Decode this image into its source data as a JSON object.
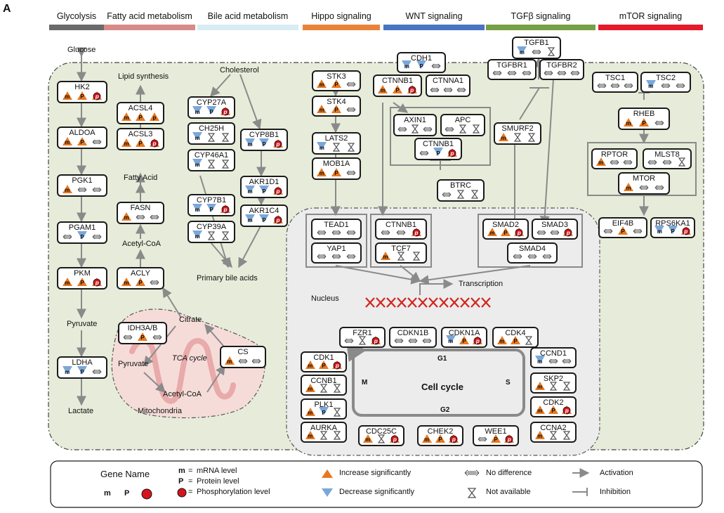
{
  "panel_label": "A",
  "categories": [
    {
      "id": "glycolysis",
      "name": "Glycolysis",
      "color": "#6a6a6a"
    },
    {
      "id": "fatty",
      "name": "Fatty acid metabolism",
      "color": "#d88a8a"
    },
    {
      "id": "bile",
      "name": "Bile acid metabolism",
      "color": "#d8ecf4"
    },
    {
      "id": "hippo",
      "name": "Hippo signaling",
      "color": "#e8843a"
    },
    {
      "id": "wnt",
      "name": "WNT signaling",
      "color": "#4a74c0"
    },
    {
      "id": "tgfb",
      "name": "TGFβ signaling",
      "color": "#76a046"
    },
    {
      "id": "mtor",
      "name": "mTOR signaling",
      "color": "#e51b2b"
    }
  ],
  "genes": [
    {
      "id": "HK2",
      "name": "HK2",
      "states": [
        "mu",
        "pu",
        "ph"
      ]
    },
    {
      "id": "ALDOA",
      "name": "ALDOA",
      "states": [
        "mu",
        "pu",
        "nd"
      ]
    },
    {
      "id": "PGK1",
      "name": "PGK1",
      "states": [
        "mu",
        "nd",
        "nd"
      ]
    },
    {
      "id": "PGAM1",
      "name": "PGAM1",
      "states": [
        "nd",
        "pd",
        "nd"
      ]
    },
    {
      "id": "PKM",
      "name": "PKM",
      "states": [
        "mu",
        "pu",
        "ph"
      ]
    },
    {
      "id": "LDHA",
      "name": "LDHA",
      "states": [
        "md",
        "pd",
        "nd"
      ]
    },
    {
      "id": "ACSL4",
      "name": "ACSL4",
      "states": [
        "mu",
        "pu",
        "mu"
      ]
    },
    {
      "id": "ACSL3",
      "name": "ACSL3",
      "states": [
        "mu",
        "pu",
        "ph"
      ]
    },
    {
      "id": "FASN",
      "name": "FASN",
      "states": [
        "mu",
        "nd",
        "nd"
      ]
    },
    {
      "id": "ACLY",
      "name": "ACLY",
      "states": [
        "mu",
        "pu",
        "nd"
      ]
    },
    {
      "id": "IDH3AB",
      "name": "IDH3A/B",
      "states": [
        "nd",
        "pu",
        "nd"
      ]
    },
    {
      "id": "CS",
      "name": "CS",
      "states": [
        "mu",
        "nd",
        "nd"
      ]
    },
    {
      "id": "CYP27A",
      "name": "CYP27A",
      "states": [
        "md",
        "pd",
        "ph"
      ]
    },
    {
      "id": "CH25H",
      "name": "CH25H",
      "states": [
        "md",
        "na",
        "na"
      ]
    },
    {
      "id": "CYP46A1",
      "name": "CYP46A1",
      "states": [
        "md",
        "na",
        "na"
      ]
    },
    {
      "id": "CYP7B1",
      "name": "CYP7B1",
      "states": [
        "md",
        "pd",
        "ph"
      ]
    },
    {
      "id": "CYP39A",
      "name": "CYP39A",
      "states": [
        "md",
        "na",
        "na"
      ]
    },
    {
      "id": "CYP8B1",
      "name": "CYP8B1",
      "states": [
        "md",
        "pd",
        "ph"
      ]
    },
    {
      "id": "AKR1D1",
      "name": "AKR1D1",
      "states": [
        "md",
        "pd",
        "ph"
      ]
    },
    {
      "id": "AKR1C4",
      "name": "AKR1C4",
      "states": [
        "md",
        "pd",
        "ph"
      ]
    },
    {
      "id": "STK3",
      "name": "STK3",
      "states": [
        "mu",
        "pu",
        "nd"
      ]
    },
    {
      "id": "STK4",
      "name": "STK4",
      "states": [
        "mu",
        "pu",
        "nd"
      ]
    },
    {
      "id": "LATS2",
      "name": "LATS2",
      "states": [
        "md",
        "na",
        "na"
      ]
    },
    {
      "id": "MOB1A",
      "name": "MOB1A",
      "states": [
        "mu",
        "pu",
        "nd"
      ]
    },
    {
      "id": "CDH1",
      "name": "CDH1",
      "states": [
        "md",
        "pd",
        "nd"
      ]
    },
    {
      "id": "CTNNB1a",
      "name": "CTNNB1",
      "states": [
        "mu",
        "pu",
        "ph"
      ]
    },
    {
      "id": "CTNNA1",
      "name": "CTNNA1",
      "states": [
        "nd",
        "nd",
        "nd"
      ]
    },
    {
      "id": "AXIN1",
      "name": "AXIN1",
      "states": [
        "nd",
        "na",
        "nd"
      ]
    },
    {
      "id": "APC",
      "name": "APC",
      "states": [
        "nd",
        "na",
        "na"
      ]
    },
    {
      "id": "CTNNB1b",
      "name": "CTNNB1",
      "states": [
        "nd",
        "pd",
        "ph"
      ]
    },
    {
      "id": "BTRC",
      "name": "BTRC",
      "states": [
        "nd",
        "na",
        "na"
      ]
    },
    {
      "id": "TGFB1",
      "name": "TGFB1",
      "states": [
        "pd",
        "nd",
        "na"
      ]
    },
    {
      "id": "TGFBR1",
      "name": "TGFBR1",
      "states": [
        "nd",
        "nd",
        "nd"
      ]
    },
    {
      "id": "TGFBR2",
      "name": "TGFBR2",
      "states": [
        "nd",
        "nd",
        "nd"
      ]
    },
    {
      "id": "SMURF2",
      "name": "SMURF2",
      "states": [
        "mu",
        "na",
        "na"
      ]
    },
    {
      "id": "TSC1",
      "name": "TSC1",
      "states": [
        "nd",
        "nd",
        "nd"
      ]
    },
    {
      "id": "TSC2",
      "name": "TSC2",
      "states": [
        "pd",
        "nd",
        "nd"
      ]
    },
    {
      "id": "RHEB",
      "name": "RHEB",
      "states": [
        "mu",
        "pu",
        "nd"
      ]
    },
    {
      "id": "RPTOR",
      "name": "RPTOR",
      "states": [
        "mu",
        "nd",
        "nd"
      ]
    },
    {
      "id": "MLST8",
      "name": "MLST8",
      "states": [
        "nd",
        "nd",
        "na"
      ]
    },
    {
      "id": "MTOR",
      "name": "MTOR",
      "states": [
        "mu",
        "nd",
        "nd"
      ]
    },
    {
      "id": "EIF4B",
      "name": "EIF4B",
      "states": [
        "nd",
        "pu",
        "nd"
      ]
    },
    {
      "id": "RPS6KA1",
      "name": "RPS6KA1",
      "states": [
        "md",
        "pd",
        "ph"
      ]
    },
    {
      "id": "TEAD1",
      "name": "TEAD1",
      "states": [
        "nd",
        "nd",
        "nd"
      ]
    },
    {
      "id": "YAP1",
      "name": "YAP1",
      "states": [
        "nd",
        "nd",
        "nd"
      ]
    },
    {
      "id": "CTNNB1c",
      "name": "CTNNB1",
      "states": [
        "nd",
        "nd",
        "ph"
      ]
    },
    {
      "id": "TCF7",
      "name": "TCF7",
      "states": [
        "mu",
        "na",
        "na"
      ]
    },
    {
      "id": "SMAD2",
      "name": "SMAD2",
      "states": [
        "mu",
        "pu",
        "ph"
      ]
    },
    {
      "id": "SMAD3",
      "name": "SMAD3",
      "states": [
        "nd",
        "nd",
        "ph"
      ]
    },
    {
      "id": "SMAD4",
      "name": "SMAD4",
      "states": [
        "nd",
        "nd",
        "nd"
      ]
    },
    {
      "id": "FZR1",
      "name": "FZR1",
      "states": [
        "nd",
        "na",
        "ph"
      ]
    },
    {
      "id": "CDKN1B",
      "name": "CDKN1B",
      "states": [
        "nd",
        "nd",
        "nd"
      ]
    },
    {
      "id": "CDKN1A",
      "name": "CDKN1A",
      "states": [
        "md",
        "pu",
        "ph"
      ]
    },
    {
      "id": "CDK4",
      "name": "CDK4",
      "states": [
        "mu",
        "pu",
        "na"
      ]
    },
    {
      "id": "CDK1",
      "name": "CDK1",
      "states": [
        "mu",
        "pu",
        "ph"
      ]
    },
    {
      "id": "CCNB1",
      "name": "CCNB1",
      "states": [
        "mu",
        "na",
        "na"
      ]
    },
    {
      "id": "PLK1",
      "name": "PLK1",
      "states": [
        "mu",
        "pd",
        "na"
      ]
    },
    {
      "id": "AURKA",
      "name": "AURKA",
      "states": [
        "mu",
        "na",
        "na"
      ]
    },
    {
      "id": "CDC25C",
      "name": "CDC25C",
      "states": [
        "mu",
        "na",
        "ph"
      ]
    },
    {
      "id": "CHEK2",
      "name": "CHEK2",
      "states": [
        "mu",
        "pu",
        "ph"
      ]
    },
    {
      "id": "WEE1",
      "name": "WEE1",
      "states": [
        "nd",
        "pu",
        "ph"
      ]
    },
    {
      "id": "CCND1",
      "name": "CCND1",
      "states": [
        "md",
        "nd",
        "nd"
      ]
    },
    {
      "id": "SKP2",
      "name": "SKP2",
      "states": [
        "mu",
        "na",
        "na"
      ]
    },
    {
      "id": "CDK2",
      "name": "CDK2",
      "states": [
        "mu",
        "pu",
        "ph"
      ]
    },
    {
      "id": "CCNA2",
      "name": "CCNA2",
      "states": [
        "mu",
        "na",
        "na"
      ]
    }
  ],
  "labels": {
    "glucose": "Glucose",
    "lipid_synthesis": "Lipid synthesis",
    "fatty_acid": "Fatty Acid",
    "acetyl_coa": "Acetyl-CoA",
    "pyruvate": "Pyruvate",
    "lactate": "Lactate",
    "cholesterol": "Cholesterol",
    "primary_bile": "Primary bile acids",
    "citrate": "Citrate",
    "pyruvate2": "Pyruvate",
    "acetyl_coa2": "Acetyl-CoA",
    "tca": "TCA cycle",
    "mito": "Mitochondria",
    "nucleus": "Nucleus",
    "transcription": "Transcription",
    "cell_cycle": "Cell cycle",
    "g1": "G1",
    "g2": "G2",
    "m": "M",
    "s": "S"
  },
  "legend": {
    "gene_name": "Gene Name",
    "m_key": "m",
    "m_eq": "=",
    "m_desc": "mRNA level",
    "p_key": "P",
    "p_eq": "=",
    "p_desc": "Protein  level",
    "ph_eq": "=",
    "ph_desc": "Phosphorylation level",
    "increase": "Increase significantly",
    "decrease": "Decrease significantly",
    "no_diff": "No difference",
    "not_avail": "Not available",
    "activation": "Activation",
    "inhibition": "Inhibition"
  },
  "colors": {
    "up": "#e8781e",
    "down": "#7aa7da",
    "phospho": "#d6141e",
    "region": "#e6ecd9",
    "nucleus": "#ececec",
    "mito": "#f5dcd9"
  }
}
